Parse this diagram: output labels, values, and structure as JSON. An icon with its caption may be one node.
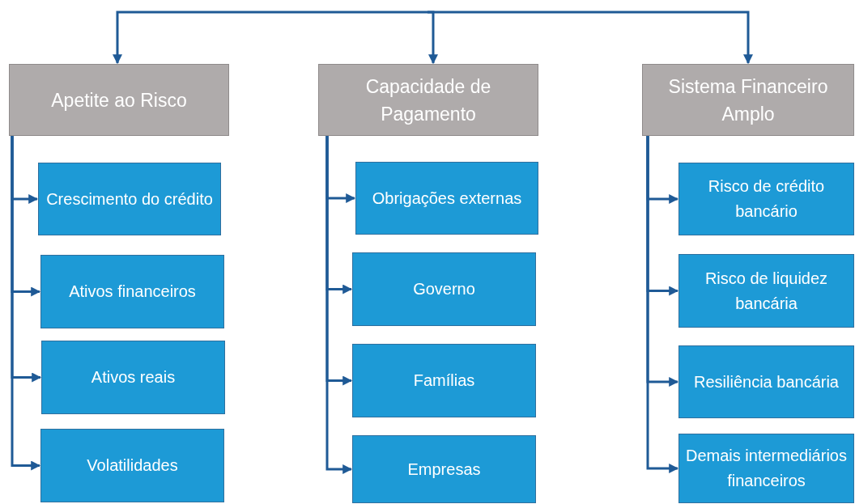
{
  "diagram": {
    "nodes": [
      {
        "text": [
          "Apetite ao Risco"
        ]
      },
      {
        "text": [
          "Crescimento do crédito"
        ]
      },
      {
        "text": [
          "Ativos financeiros"
        ]
      },
      {
        "text": [
          "Ativos reais"
        ]
      },
      {
        "text": [
          "Volatilidades"
        ]
      },
      {
        "text": [
          "Capacidade de Pagamento"
        ]
      },
      {
        "text": [
          "Obrigações externas"
        ]
      },
      {
        "text": [
          "Governo"
        ]
      },
      {
        "text": [
          "Famílias"
        ]
      },
      {
        "text": [
          "Empresas"
        ]
      },
      {
        "text": [
          "Sistema Financeiro Amplo"
        ]
      },
      {
        "text": [
          "Risco de crédito bancário"
        ]
      },
      {
        "text": [
          "Risco de liquidez bancária"
        ]
      },
      {
        "text": [
          "Resiliência bancária"
        ]
      },
      {
        "text": [
          "Demais intermediários financeiros"
        ]
      }
    ],
    "edges": [
      {
        "from": null,
        "to": 0,
        "arrow": "to"
      },
      {
        "from": null,
        "to": 5,
        "arrow": "to"
      },
      {
        "from": null,
        "to": 10,
        "arrow": "to"
      },
      {
        "from": 0,
        "to": 1,
        "arrow": "to"
      },
      {
        "from": 0,
        "to": 2,
        "arrow": "to"
      },
      {
        "from": 0,
        "to": 3,
        "arrow": "to"
      },
      {
        "from": 0,
        "to": 4,
        "arrow": "to"
      },
      {
        "from": 5,
        "to": 6,
        "arrow": "to"
      },
      {
        "from": 5,
        "to": 7,
        "arrow": "to"
      },
      {
        "from": 5,
        "to": 8,
        "arrow": "to"
      },
      {
        "from": 5,
        "to": 9,
        "arrow": "to"
      },
      {
        "from": 10,
        "to": 11,
        "arrow": "to"
      },
      {
        "from": 10,
        "to": 12,
        "arrow": "to"
      },
      {
        "from": 10,
        "to": 13,
        "arrow": "to"
      },
      {
        "from": 10,
        "to": 14,
        "arrow": "to"
      }
    ]
  }
}
